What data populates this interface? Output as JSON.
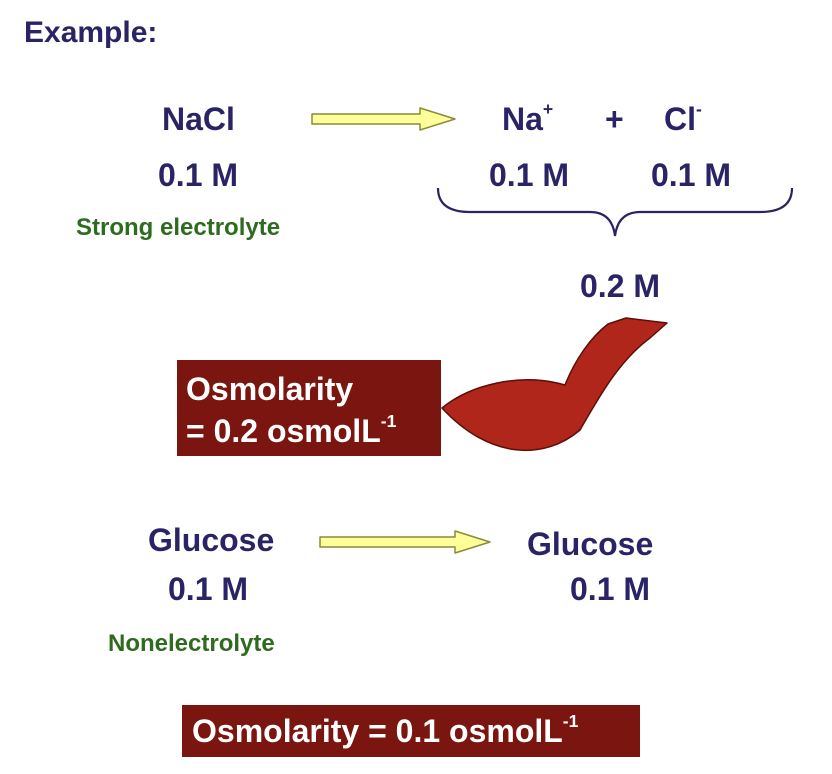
{
  "heading": "Example:",
  "nacl": {
    "formula": "NaCl",
    "concentration": "0.1 M",
    "type": "Strong electrolyte"
  },
  "ions": {
    "na_symbol": "Na",
    "na_charge": "+",
    "plus": "+",
    "cl_symbol": "Cl",
    "cl_charge": "-",
    "na_concentration": "0.1 M",
    "cl_concentration": "0.1 M",
    "total": "0.2 M"
  },
  "osmolarity_electrolyte": {
    "line1": "Osmolarity",
    "line2_value": "= 0.2 osmolL",
    "line2_exponent": "-1"
  },
  "glucose": {
    "reactant": "Glucose",
    "reactant_concentration": "0.1 M",
    "product": "Glucose",
    "product_concentration": "0.1 M",
    "type": "Nonelectrolyte"
  },
  "osmolarity_nonelectrolyte": {
    "value": "Osmolarity = 0.1 osmolL",
    "exponent": "-1"
  },
  "colors": {
    "text_navy": "#2a2466",
    "text_green": "#2e6b1e",
    "box_red": "#7a1510",
    "arrow_yellow": "#ffff99",
    "curved_arrow_red": "#b0261a"
  }
}
